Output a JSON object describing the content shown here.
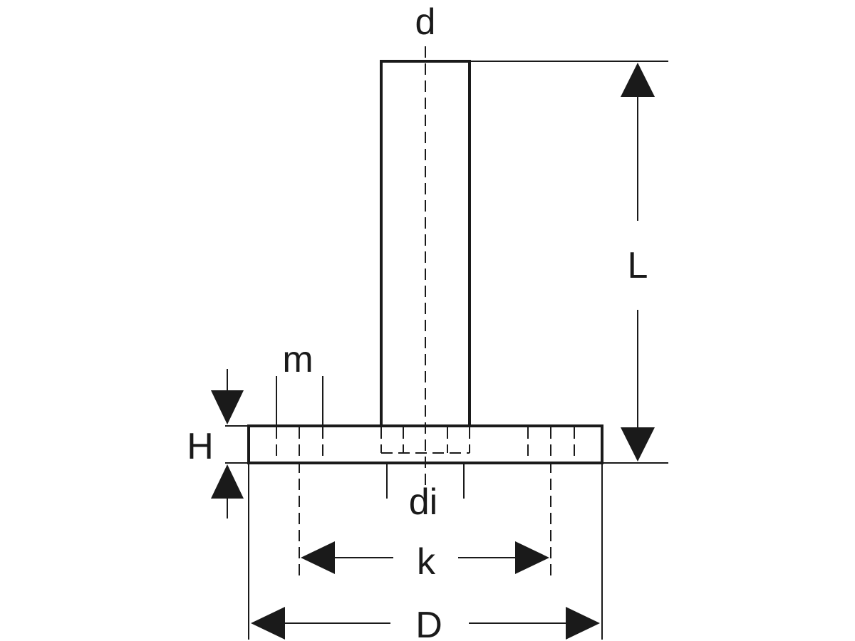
{
  "drawing": {
    "labels": {
      "d": "d",
      "L": "L",
      "m": "m",
      "H": "H",
      "di": "di",
      "k": "k",
      "D": "D"
    },
    "line_color": "#1a1a1a",
    "background": "#ffffff"
  }
}
